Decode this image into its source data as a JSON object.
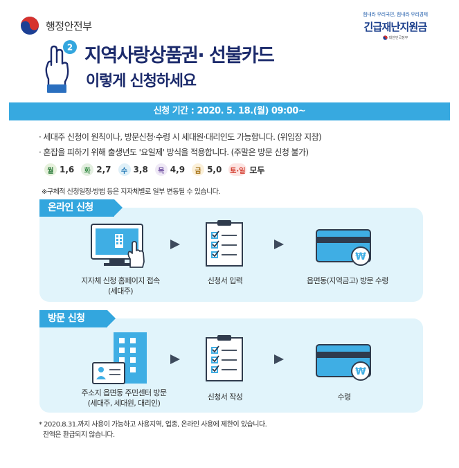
{
  "header": {
    "ministry_name": "행정안전부",
    "campaign_slogan": "힘내라 우리국민, 힘내라 우리경제",
    "campaign_title": "긴급재난지원금",
    "campaign_sub": "대한민국정부"
  },
  "hero": {
    "badge_number": "2",
    "title_line1": "지역사랑상품권· 선불카드",
    "title_line2": "이렇게 신청하세요"
  },
  "period": {
    "text": "신청 기간 : 2020. 5. 18.(월) 09:00~"
  },
  "notes": [
    "· 세대주 신청이 원칙이나, 방문신청·수령 시 세대원·대리인도 가능합니다. (위임장 지참)",
    "· 혼잡을 피하기 위해  출생년도 '요일제' 방식을 적용합니다. (주말은 방문 신청 불가)"
  ],
  "schedule": [
    {
      "day": "월",
      "digits": "1,6"
    },
    {
      "day": "화",
      "digits": "2,7"
    },
    {
      "day": "수",
      "digits": "3,8"
    },
    {
      "day": "목",
      "digits": "4,9"
    },
    {
      "day": "금",
      "digits": "5,0"
    }
  ],
  "weekend": {
    "day": "토·일",
    "text": "모두"
  },
  "fine_print": "※구체적 신청일정·방법 등은 지자체별로 일부 변동될 수 있습니다.",
  "online": {
    "label": "온라인 신청",
    "steps": [
      {
        "line1": "지자체 신청 홈페이지 접속",
        "line2": "(세대주)"
      },
      {
        "line1": "신청서 입력",
        "line2": ""
      },
      {
        "line1": "읍면동(지역금고) 방문 수령",
        "line2": ""
      }
    ]
  },
  "visit": {
    "label": "방문 신청",
    "steps": [
      {
        "line1": "주소지 읍면동 주민센터 방문",
        "line2": "(세대주, 세대원, 대리인)"
      },
      {
        "line1": "신청서 작성",
        "line2": ""
      },
      {
        "line1": "수령",
        "line2": ""
      }
    ]
  },
  "won_symbol": "₩",
  "footnote": {
    "line1": "* 2020.8.31.까지 사용이 가능하고 사용지역, 업종, 온라인 사용에 제한이 있습니다.",
    "line2": "잔액은 환급되지 않습니다."
  },
  "colors": {
    "accent": "#33a6de",
    "navy": "#1b2a6b",
    "panel": "#e1f4fb"
  }
}
